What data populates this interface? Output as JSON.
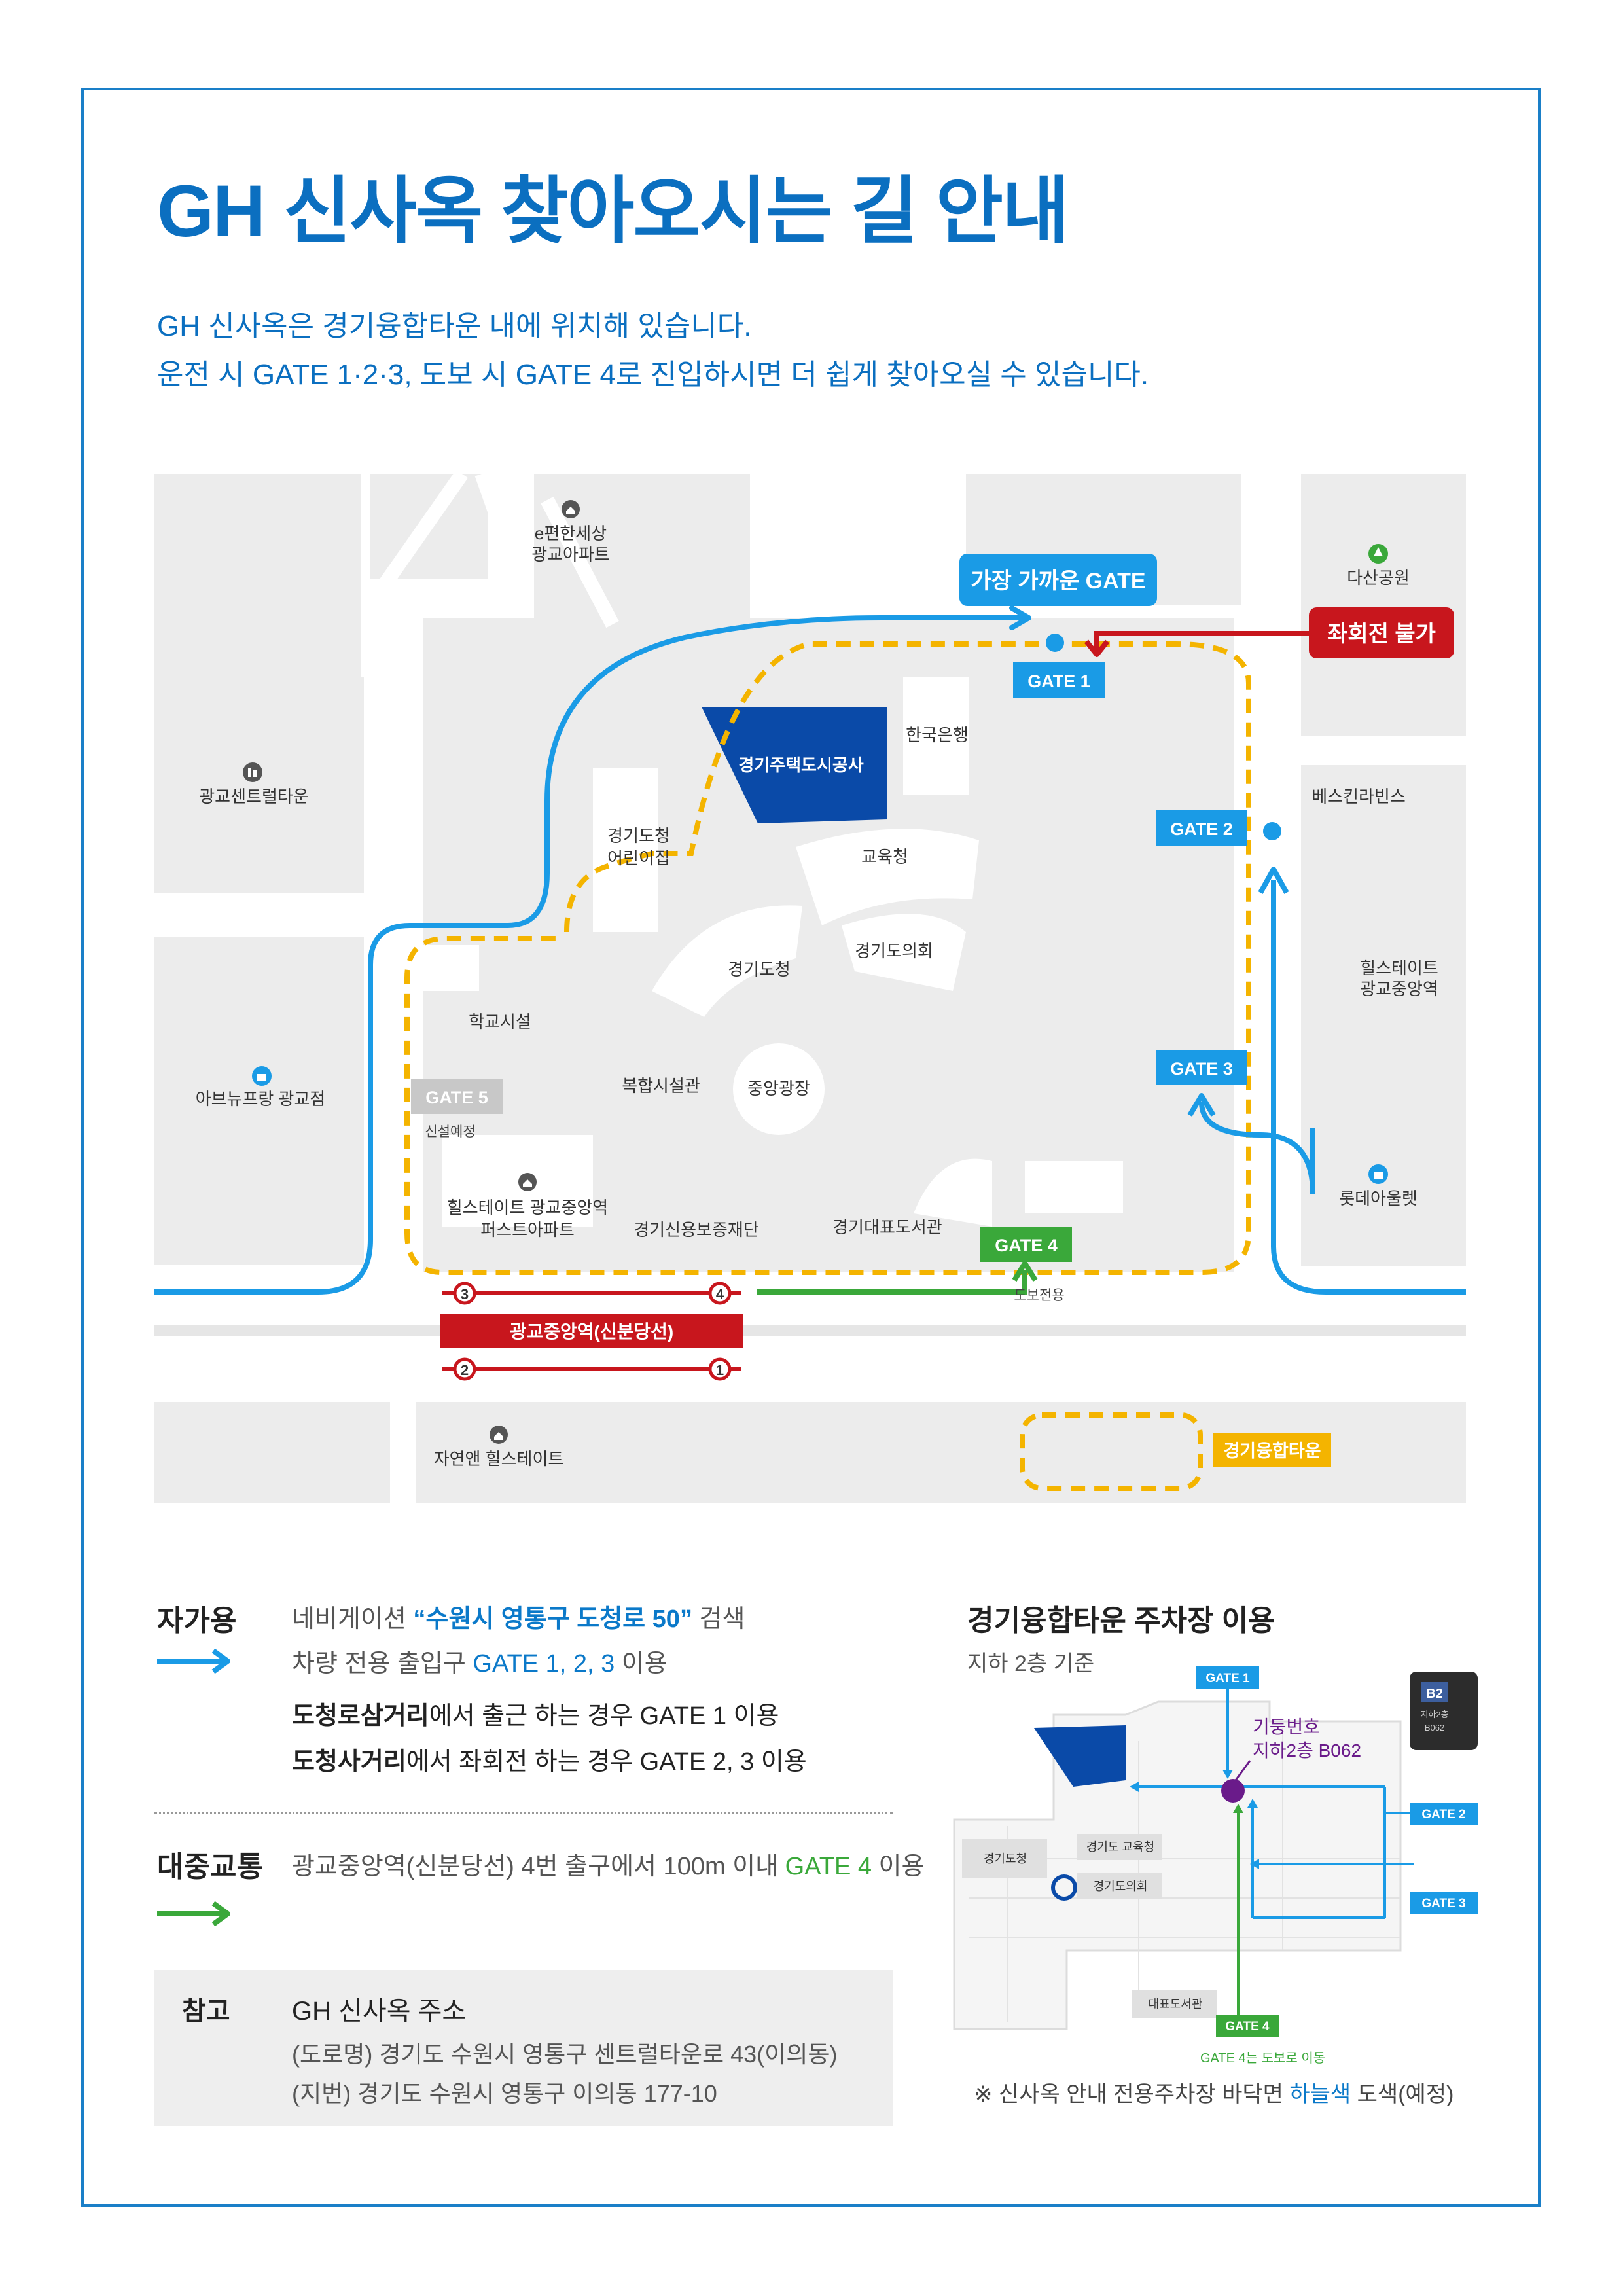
{
  "title": "GH 신사옥 찾아오시는 길 안내",
  "intro": {
    "line1": "GH 신사옥은 경기융합타운 내에 위치해 있습니다.",
    "line2": "운전 시 GATE 1·2·3, 도보 시 GATE 4로 진입하시면 더 쉽게 찾아오실 수 있습니다."
  },
  "map": {
    "labels": {
      "apartment_top": [
        "e편한세상",
        "광교아파트"
      ],
      "dasan_park": "다산공원",
      "gwanggyo_central": "광교센트럴타운",
      "avenue_france": "아브뉴프랑 광교점",
      "best_ryan": "베스킨라빈스",
      "hillstate_station": [
        "힐스테이트",
        "광교중앙역"
      ],
      "lotte_outlet": "롯데아울렛",
      "gh": "경기주택도시공사",
      "korea_bank": "한국은행",
      "daycare": [
        "경기도청",
        "어린이집"
      ],
      "education_office": "교육청",
      "provincial_office": "경기도청",
      "provincial_council": "경기도의회",
      "school": "학교시설",
      "complex": "복합시설관",
      "plaza": "중앙광장",
      "hillstate_first": [
        "힐스테이트 광교중앙역",
        "퍼스트아파트"
      ],
      "credit_fund": "경기신용보증재단",
      "library": "경기대표도서관",
      "walk_only": "도보전용",
      "natural_hillstate": "자연앤 힐스테이트",
      "station": "광교중앙역(신분당선)",
      "convergence_town": "경기융합타운",
      "gate5_planned": "신설예정"
    },
    "gates": {
      "gate1": "GATE 1",
      "gate2": "GATE 2",
      "gate3": "GATE 3",
      "gate4": "GATE 4",
      "gate5": "GATE 5"
    },
    "callouts": {
      "nearest_gate": "가장 가까운 GATE",
      "no_left_turn": "좌회전 불가"
    },
    "exits": [
      "3",
      "4",
      "2",
      "1"
    ]
  },
  "car": {
    "heading": "자가용",
    "line1_pre": "네비게이션 ",
    "line1_hl": "“수원시 영통구 도청로 50”",
    "line1_post": " 검색",
    "line2_pre": "차량 전용 출입구 ",
    "line2_hl": "GATE 1, 2, 3",
    "line2_post": " 이용",
    "line3_bold": "도청로삼거리",
    "line3_rest": "에서 출근 하는 경우 GATE 1 이용",
    "line4_bold": "도청사거리",
    "line4_rest": "에서 좌회전 하는 경우 GATE 2, 3 이용"
  },
  "transit": {
    "heading": "대중교통",
    "line_pre": "광교중앙역(신분당선) 4번 출구에서 100m 이내 ",
    "line_hl": "GATE 4",
    "line_post": " 이용"
  },
  "note": {
    "heading": "참고",
    "title": "GH 신사옥 주소",
    "road": "(도로명) 경기도 수원시 영통구 센트럴타운로 43(이의동)",
    "lot": "(지번) 경기도 수원시 영통구 이의동 177-10"
  },
  "parking": {
    "heading": "경기융합타운 주차장 이용",
    "sub": "지하 2층 기준",
    "pillar_label": "기둥번호",
    "pillar_value": "지하2층 B062",
    "sign_code": "B2",
    "sign_line1": "지하2층",
    "sign_line2": "B062",
    "gate1": "GATE 1",
    "gate2": "GATE 2",
    "gate3": "GATE 3",
    "gate4": "GATE 4",
    "gate4_note": "GATE 4는 도보로 이동",
    "provincial_office": "경기도청",
    "education_office": "경기도 교육청",
    "council": "경기도의회",
    "library": "대표도서관"
  },
  "footnote": {
    "pre": "※ 신사옥 안내 전용주차장 바닥면 ",
    "hl": "하늘색",
    "post": " 도색(예정)"
  },
  "colors": {
    "brand_blue": "#0b6fc0",
    "route_blue": "#1a9be6",
    "route_green": "#3aa83a",
    "red": "#c8161d",
    "yellow": "#f4b400",
    "gh_navy": "#0a4aa8"
  }
}
